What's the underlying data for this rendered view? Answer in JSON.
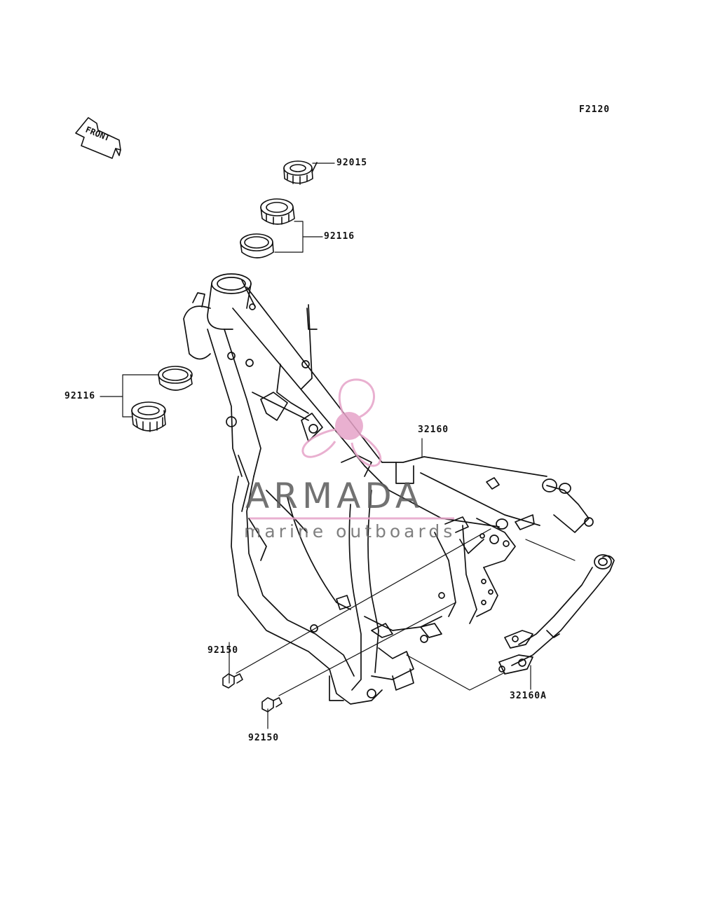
{
  "diagram": {
    "code": "F2120",
    "front_arrow": {
      "label": "FRONT",
      "icon": "front-arrow-icon"
    },
    "part_labels": {
      "steering_nut": "92015",
      "upper_bearing_set": "92116",
      "lower_bearing_set": "92116",
      "frame": "32160",
      "sub_frame": "32160A",
      "bolt_upper": "92150",
      "bolt_lower": "92150"
    }
  },
  "watermark": {
    "title": "ARMADA",
    "subtitle": "marine outboards",
    "logo_icon": "propeller-logo-icon",
    "colors": {
      "logo": "#e6a3c8",
      "text": "#5a5a5a"
    }
  }
}
